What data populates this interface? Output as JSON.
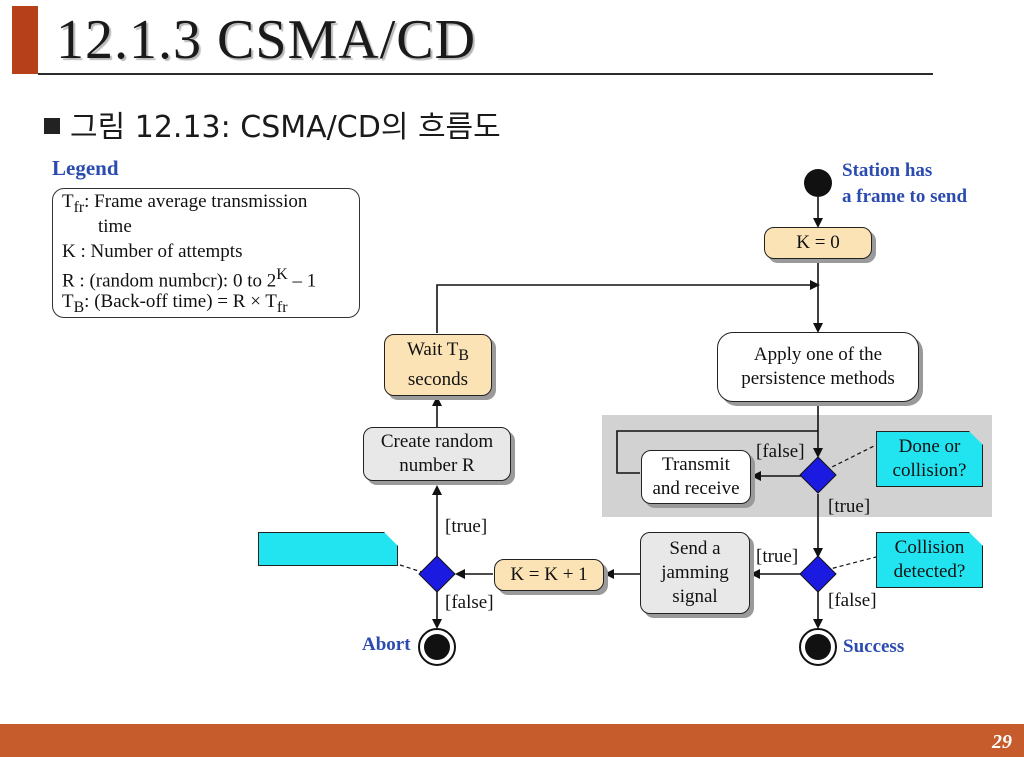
{
  "slide": {
    "title": "12.1.3 CSMA/CD",
    "subtitle": "그림 12.13: CSMA/CD의 흐름도",
    "page_number": "29"
  },
  "legend": {
    "title": "Legend",
    "lines": [
      {
        "pre": "T",
        "sub": "fr",
        "post": ": Frame average transmission"
      },
      {
        "text": "time"
      },
      {
        "text": "K  : Number of attempts"
      },
      {
        "pre": "R  : (random numbcr): 0 to 2",
        "sup": "K",
        "post": " – 1"
      },
      {
        "pre": "T",
        "sub": "B",
        "mid": ": (Back-off time) = R × T",
        "sub2": "fr"
      }
    ]
  },
  "flow": {
    "start_label_1": "Station has",
    "start_label_2": "a frame to send",
    "k_init": "K = 0",
    "apply": "Apply one of the persistence methods",
    "transmit": "Transmit and receive",
    "done_note": "Done or collision?",
    "collision_note": "Collision detected?",
    "jam": "Send a jamming signal",
    "k_inc": "K = K + 1",
    "create_random": "Create random number R",
    "wait_pre": "Wait T",
    "wait_sub": "B",
    "wait_post": "seconds",
    "label_false": "[false]",
    "label_true": "[true]",
    "abort": "Abort",
    "success": "Success",
    "k_limit_note": ""
  },
  "colors": {
    "accent": "#b5401a",
    "footer": "#c65b2b",
    "diamond": "#1a1ae0",
    "note": "#22e3f0",
    "tan": "#fbe3b6",
    "label_blue": "#2b4bb0",
    "shaded": "#d2d2d2"
  }
}
